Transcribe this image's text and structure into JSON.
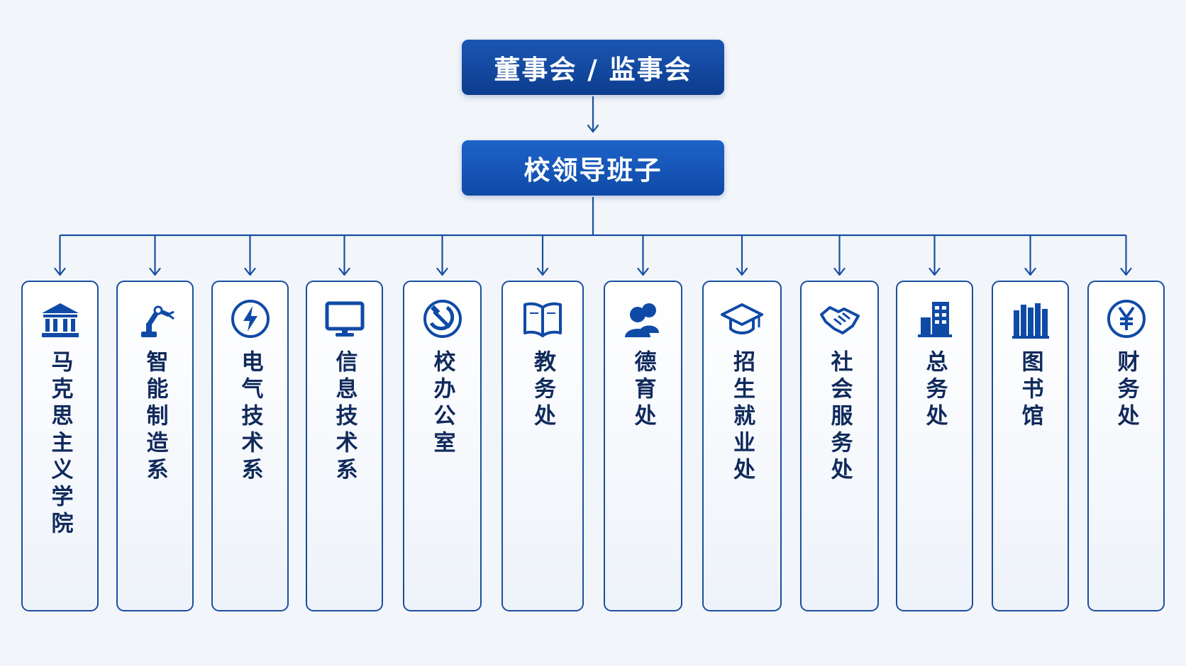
{
  "top": {
    "board": "董事会 / 监事会",
    "leadership": "校领导班子"
  },
  "units": [
    {
      "label": "马克思主义学院",
      "icon": "institution-building-icon"
    },
    {
      "label": "智能制造系",
      "icon": "robot-arm-icon"
    },
    {
      "label": "电气技术系",
      "icon": "lightning-bolt-icon"
    },
    {
      "label": "信息技术系",
      "icon": "computer-monitor-icon"
    },
    {
      "label": "校办公室",
      "icon": "hammer-sickle-icon"
    },
    {
      "label": "教务处",
      "icon": "open-book-icon"
    },
    {
      "label": "德育处",
      "icon": "people-icon"
    },
    {
      "label": "招生就业处",
      "icon": "graduation-cap-icon"
    },
    {
      "label": "社会服务处",
      "icon": "handshake-icon"
    },
    {
      "label": "总务处",
      "icon": "office-building-icon"
    },
    {
      "label": "图书馆",
      "icon": "books-icon"
    },
    {
      "label": "财务处",
      "icon": "yen-coin-icon"
    }
  ],
  "colors": {
    "primary": "#0f4aa6",
    "dark": "#0c3d8e",
    "line": "#1a4fa0",
    "text": "#102a5c"
  }
}
